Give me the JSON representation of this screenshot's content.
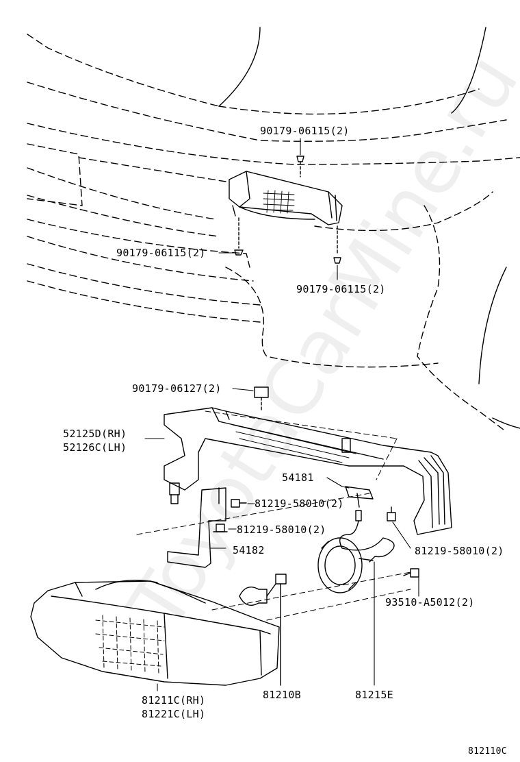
{
  "labels": {
    "upper_top": "90179-06115(2)",
    "upper_left": "90179-06115(2)",
    "upper_right": "90179-06115(2)",
    "nut_top": "90179-06127(2)",
    "bracket_rh": "52125D(RH)",
    "bracket_lh": "52126C(LH)",
    "bracket_small": "54181",
    "bolt_a": "81219-58010(2)",
    "bolt_b": "81219-58010(2)",
    "bolt_c": "81219-58010(2)",
    "stay": "54182",
    "screw": "93510-A5012(2)",
    "lamp_rh": "81211C(RH)",
    "lamp_lh": "81221C(LH)",
    "bulb": "81210B",
    "socket": "81215E",
    "figure_code": "812110C"
  },
  "watermark": "ToyotaCarMine.ru",
  "colors": {
    "line": "#000000",
    "background": "#ffffff"
  }
}
